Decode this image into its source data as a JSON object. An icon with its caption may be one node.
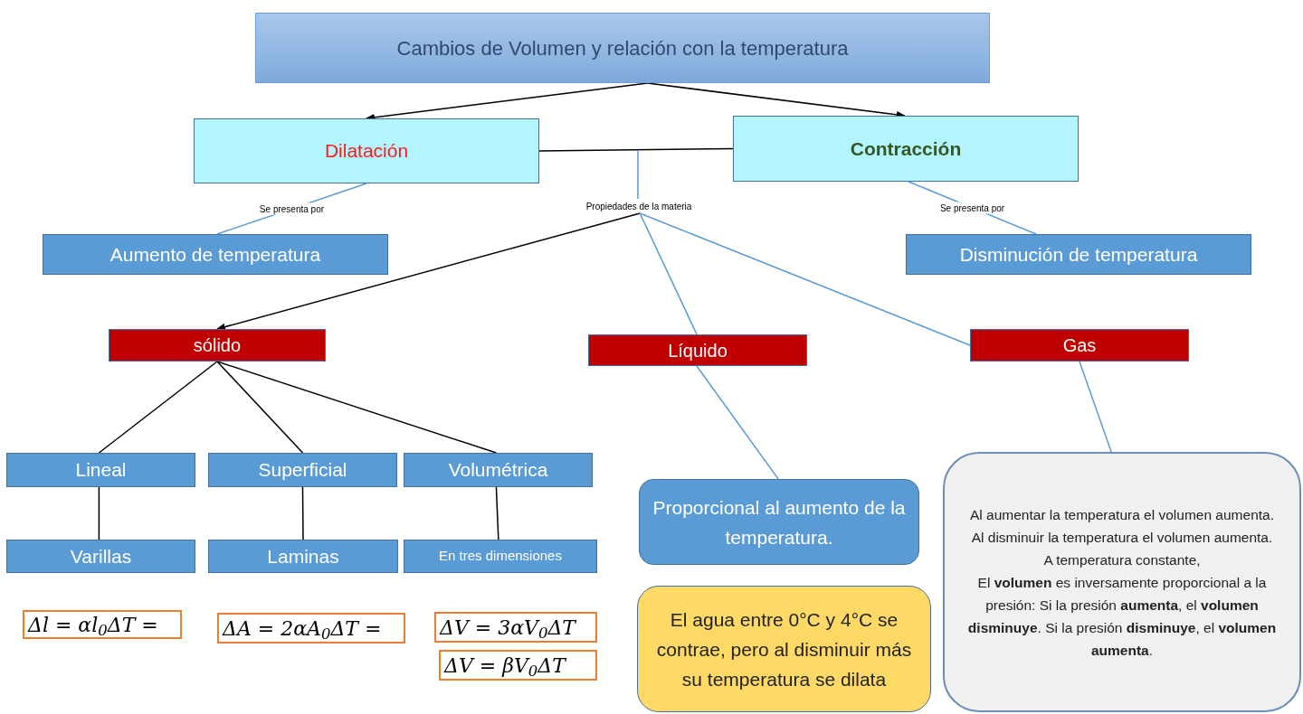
{
  "diagram": {
    "nodes": [
      {
        "text": [
          "Cambios de Volumen y relación con la temperatura"
        ]
      },
      {
        "text": [
          "Dilatación"
        ]
      },
      {
        "text": [
          "Contracción"
        ]
      },
      {
        "text": [
          "Aumento de temperatura"
        ]
      },
      {
        "text": [
          "Disminución de temperatura"
        ]
      },
      {
        "text": [
          "Propiedades de la materia"
        ]
      },
      {
        "text": [
          "sólido"
        ]
      },
      {
        "text": [
          "Líquido"
        ]
      },
      {
        "text": [
          "Gas"
        ]
      },
      {
        "text": [
          "Lineal"
        ]
      },
      {
        "text": [
          "Superficial"
        ]
      },
      {
        "text": [
          "Volumétrica"
        ]
      },
      {
        "text": [
          "Varillas"
        ]
      },
      {
        "text": [
          "Laminas"
        ]
      },
      {
        "text": [
          "En tres dimensiones"
        ]
      },
      {
        "text": [
          "Proporcional al aumento de la temperatura."
        ]
      },
      {
        "text": [
          "El agua entre 0°C  y 4°C se contrae, pero al disminuir más su temperatura se dilata"
        ]
      },
      {
        "text": [
          "Al aumentar la temperatura el volumen aumenta.",
          "Al disminuir la temperatura el volumen aumenta.",
          "A temperatura constante,",
          "El **volumen** es inversamente proporcional a la presión: Si la presión **aumenta**, el **volumen disminuye**. Si la presión **disminuye**, el **volumen** **aumenta**."
        ]
      },
      {
        "text": [
          "Δl = αl$_{0}$ΔT ="
        ]
      },
      {
        "text": [
          "ΔA = 2αA$_{0}$ΔT ="
        ]
      },
      {
        "text": [
          "ΔV = 3αV$_{0}$ΔT"
        ]
      },
      {
        "text": [
          "ΔV = βV$_{0}$ΔT"
        ]
      }
    ],
    "edges": [
      {
        "from": 0,
        "to": 1,
        "arrow": "to"
      },
      {
        "from": 0,
        "to": 2,
        "arrow": "to"
      },
      {
        "from": 1,
        "to": 2,
        "arrow": "none"
      },
      {
        "from": 1,
        "to": 3,
        "arrow": "none",
        "label": "Se presenta por",
        "color": "#5b9bd5"
      },
      {
        "from": 2,
        "to": 4,
        "arrow": "none",
        "label": "Se presenta por",
        "color": "#5b9bd5"
      },
      {
        "from": null,
        "to": 5,
        "arrow": "none",
        "color": "#5b9bd5"
      },
      {
        "from": 5,
        "to": 6,
        "arrow": "to"
      },
      {
        "from": 5,
        "to": 7,
        "arrow": "none",
        "color": "#5b9bd5"
      },
      {
        "from": 5,
        "to": 8,
        "arrow": "none",
        "color": "#5b9bd5"
      },
      {
        "from": 6,
        "to": 9,
        "arrow": "none"
      },
      {
        "from": 6,
        "to": 10,
        "arrow": "none"
      },
      {
        "from": 6,
        "to": 11,
        "arrow": "none"
      },
      {
        "from": 9,
        "to": 12,
        "arrow": "none"
      },
      {
        "from": 10,
        "to": 13,
        "arrow": "none"
      },
      {
        "from": 11,
        "to": 14,
        "arrow": "none"
      },
      {
        "from": 7,
        "to": 15,
        "arrow": "none",
        "color": "#5b9bd5"
      },
      {
        "from": 8,
        "to": 17,
        "arrow": "none",
        "color": "#5b9bd5"
      }
    ]
  }
}
